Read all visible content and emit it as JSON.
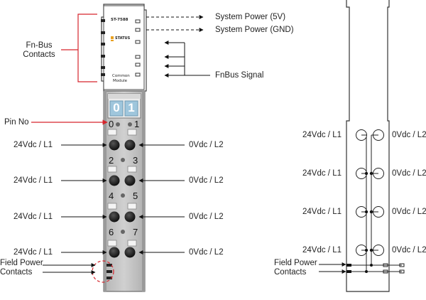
{
  "module": {
    "model": "ST-7588",
    "status": "STATUS",
    "common_line1": "Common",
    "common_line2": "Module",
    "led_left": "0",
    "led_right": "1",
    "pin_numbers": [
      "0",
      "1",
      "2",
      "3",
      "4",
      "5",
      "6",
      "7"
    ]
  },
  "labels": {
    "fnbus_contacts": "Fn-Bus\nContacts",
    "system_power_5v": "System Power (5V)",
    "system_power_gnd": "System Power (GND)",
    "fnbus_signal": "FnBus Signal",
    "pin_no": "Pin No",
    "left_power": "24Vdc / L1",
    "right_power": "0Vdc / L2",
    "field_power_contacts": "Field Power\nContacts"
  },
  "schematic": {
    "left_labels": [
      "24Vdc / L1",
      "24Vdc / L1",
      "24Vdc / L1",
      "24Vdc / L1"
    ],
    "right_labels": [
      "0Vdc / L2",
      "0Vdc / L2",
      "0Vdc / L2",
      "0Vdc / L2"
    ],
    "field_power_contacts": "Field Power\nContacts"
  },
  "colors": {
    "callout_red": "#d6242c",
    "module_gray": "#c9c9c9",
    "led_blue": "#9fc6dc",
    "status_orange": "#e8a020"
  }
}
